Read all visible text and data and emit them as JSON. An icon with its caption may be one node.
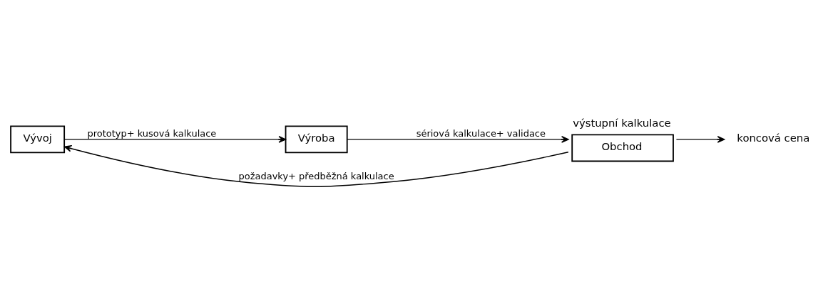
{
  "diagram": {
    "nodes": [
      {
        "text": [
          "Vývoj"
        ]
      },
      {
        "text": [
          "Výroba"
        ]
      },
      {
        "text": [
          "Obchod"
        ],
        "beside": [
          "výstupní kalkulace"
        ]
      },
      {
        "text": [
          "koncová cena"
        ]
      }
    ],
    "edges": [
      {
        "from": 0,
        "to": 1,
        "arrow": "to",
        "label": "prototyp+ kusová kalkulace"
      },
      {
        "from": 1,
        "to": 2,
        "arrow": "to",
        "label": "sériová kalkulace+ validace"
      },
      {
        "from": 2,
        "to": 0,
        "arrow": "to",
        "label": "požadavky+ předběžná kalkulace"
      },
      {
        "from": 2,
        "to": 3,
        "arrow": "to"
      }
    ]
  }
}
